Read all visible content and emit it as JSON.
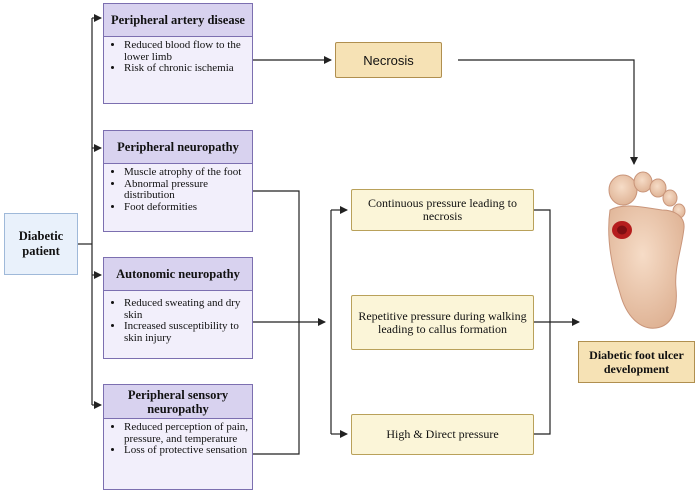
{
  "patient": {
    "label": "Diabetic patient"
  },
  "causes": [
    {
      "title": "Peripheral artery disease",
      "points": [
        "Reduced blood flow to the lower limb",
        "Risk of chronic ischemia"
      ]
    },
    {
      "title": "Peripheral neuropathy",
      "points": [
        "Muscle atrophy of the foot",
        "Abnormal pressure distribution",
        "Foot deformities"
      ]
    },
    {
      "title": "Autonomic neuropathy",
      "points": [
        "Reduced sweating and dry skin",
        "Increased susceptibility to skin injury"
      ]
    },
    {
      "title": "Peripheral sensory neuropathy",
      "points": [
        "Reduced perception of pain, pressure, and temperature",
        "Loss of protective sensation"
      ]
    }
  ],
  "necrosis": {
    "label": "Necrosis"
  },
  "mechanisms": [
    {
      "label": "Continuous pressure leading to necrosis"
    },
    {
      "label": "Repetitive pressure during walking leading to callus formation"
    },
    {
      "label": "High & Direct pressure"
    }
  ],
  "outcome": {
    "label": "Diabetic foot ulcer development"
  },
  "colors": {
    "cause_header": "#d8d2ef",
    "cause_body": "#f2effb",
    "mechanism": "#fbf5d8",
    "outcome": "#f6e2b5",
    "patient": "#e9f1fb"
  },
  "icons": {
    "foot": "foot-with-ulcer-icon"
  }
}
